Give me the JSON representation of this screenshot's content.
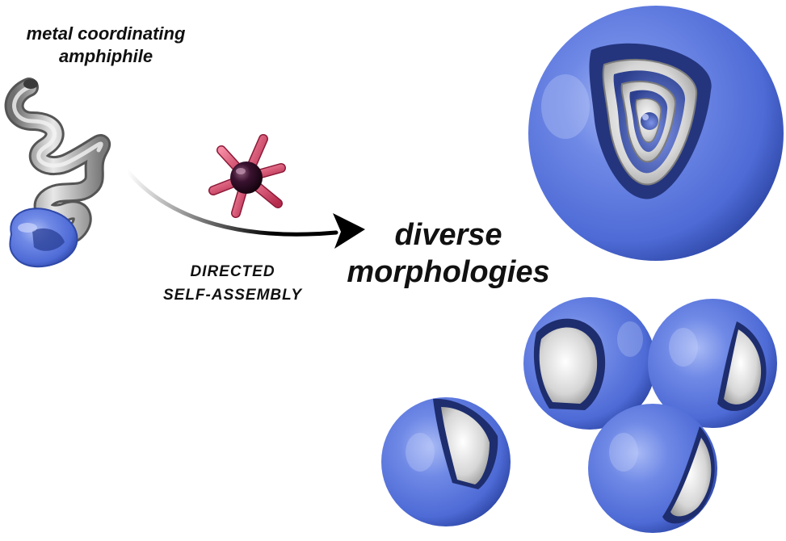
{
  "labels": {
    "amphiphile_line1": "metal coordinating",
    "amphiphile_line2": "amphiphile",
    "process_line1": "DIRECTED",
    "process_line2": "SELF-ASSEMBLY",
    "result_line1": "diverse",
    "result_line2": "morphologies"
  },
  "colors": {
    "background": "#ffffff",
    "vesicle_blue": "#5a78e0",
    "vesicle_dark": "#2f48a8",
    "tube_grey": "#b8b8b8",
    "metal_core": "#2a0a1e",
    "ligand_pink": "#e04a6c",
    "arrow": "#000000",
    "text": "#111111"
  }
}
